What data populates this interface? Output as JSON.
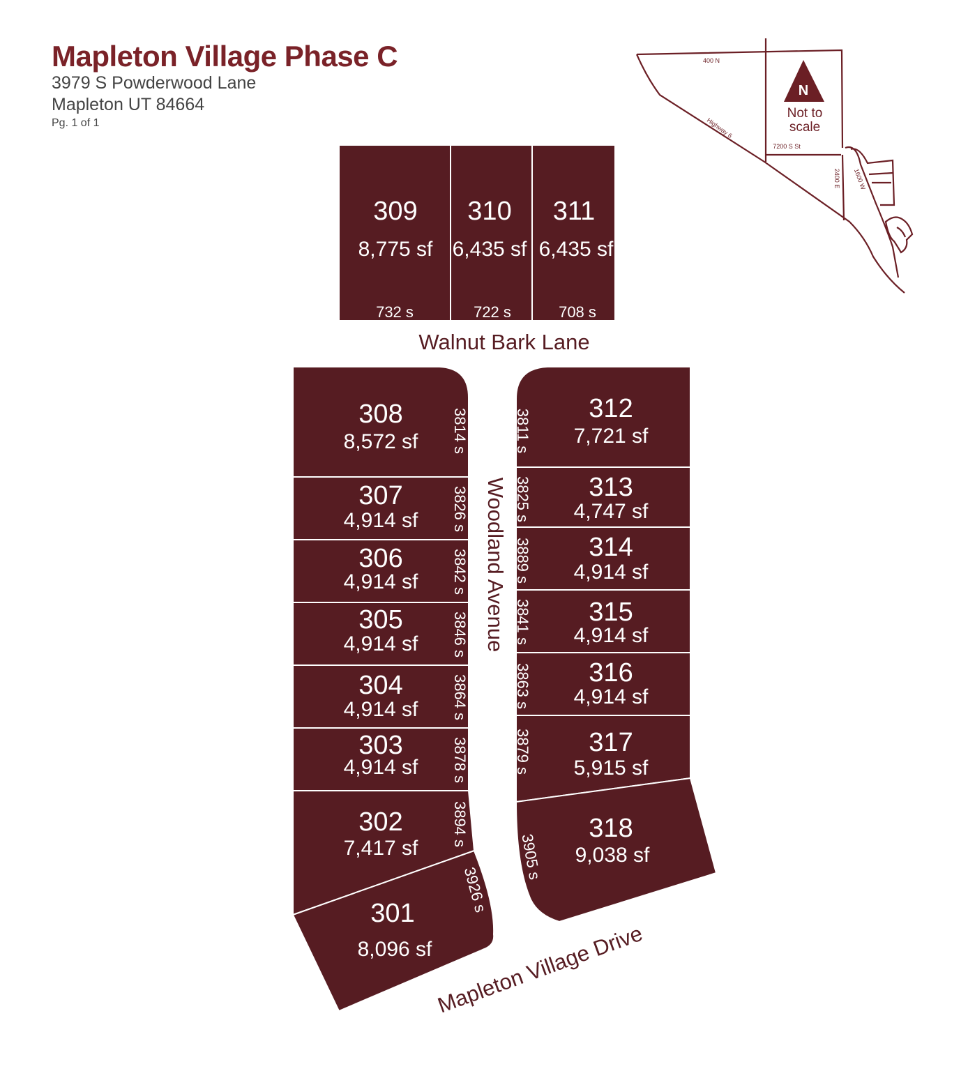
{
  "header": {
    "title": "Mapleton Village Phase C",
    "address_line1": "3979 S Powderwood Lane",
    "address_line2": "Mapleton UT 84664",
    "page": "Pg. 1 of 1"
  },
  "streets": {
    "walnut": "Walnut Bark Lane",
    "woodland": "Woodland Avenue",
    "mapleton_drive": "Mapleton Village Drive"
  },
  "lots": [
    {
      "id": "309",
      "area": "8,775 sf",
      "address": "732 s"
    },
    {
      "id": "310",
      "area": "6,435 sf",
      "address": "722 s"
    },
    {
      "id": "311",
      "area": "6,435 sf",
      "address": "708 s"
    },
    {
      "id": "308",
      "area": "8,572 sf",
      "address": "3814 s"
    },
    {
      "id": "307",
      "area": "4,914 sf",
      "address": "3826 s"
    },
    {
      "id": "306",
      "area": "4,914 sf",
      "address": "3842 s"
    },
    {
      "id": "305",
      "area": "4,914 sf",
      "address": "3846 s"
    },
    {
      "id": "304",
      "area": "4,914 sf",
      "address": "3864 s"
    },
    {
      "id": "303",
      "area": "4,914 sf",
      "address": "3878 s"
    },
    {
      "id": "302",
      "area": "7,417 sf",
      "address": "3894 s"
    },
    {
      "id": "301",
      "area": "8,096 sf",
      "address": "3926 s"
    },
    {
      "id": "312",
      "area": "7,721 sf",
      "address": "3811 s"
    },
    {
      "id": "313",
      "area": "4,747 sf",
      "address": "3825 s"
    },
    {
      "id": "314",
      "area": "4,914 sf",
      "address": "3889 s"
    },
    {
      "id": "315",
      "area": "4,914 sf",
      "address": "3841 s"
    },
    {
      "id": "316",
      "area": "4,914 sf",
      "address": "3863 s"
    },
    {
      "id": "317",
      "area": "5,915 sf",
      "address": "3879 s"
    },
    {
      "id": "318",
      "area": "9,038 sf",
      "address": "3905 s"
    }
  ],
  "vicinity_map": {
    "north_label": "N",
    "scale_note_1": "Not to",
    "scale_note_2": "scale",
    "roads": {
      "r400n": "400 N",
      "highway6": "Highway 6",
      "r7200s": "7200 S St",
      "r2400e": "2400 E",
      "r1600w": "1600 W"
    }
  },
  "colors": {
    "lot_fill": "#561c22",
    "title": "#7a2228",
    "street_label": "#561c22"
  }
}
